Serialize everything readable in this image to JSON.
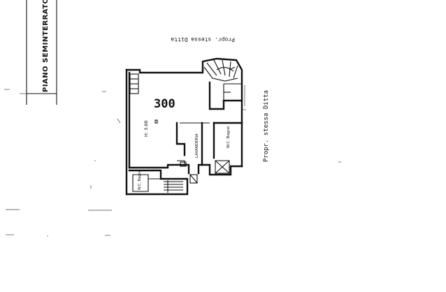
{
  "sheet": {
    "floor_title": "PIANO SEMINTERRATO"
  },
  "plan": {
    "area_number": "300",
    "height_note": "H: 3.00",
    "rooms": {
      "laundry": "LAVANDERIA",
      "wc_right": "W.C. Bagno",
      "wc_left": "W.C. Bagno"
    },
    "neighbor_labels": {
      "top": "Propr. stessa Ditta",
      "right": "Propr. stessa Ditta"
    }
  }
}
